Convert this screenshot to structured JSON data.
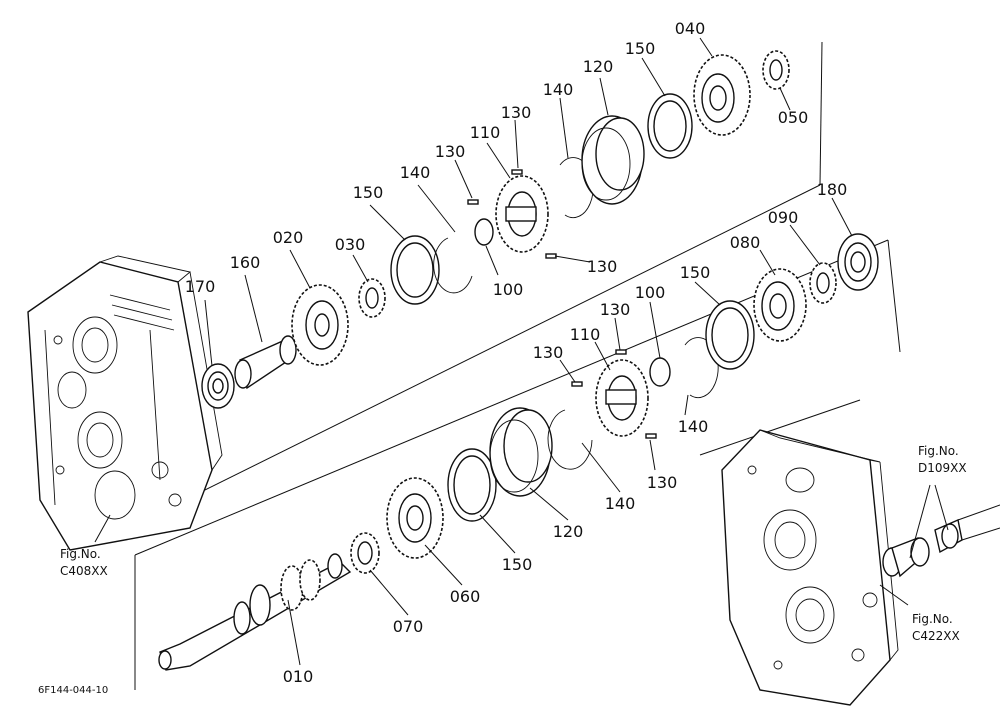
{
  "drawing_code": "6F144-044-10",
  "part_labels": {
    "p010": "010",
    "p020": "020",
    "p030": "030",
    "p040": "040",
    "p050": "050",
    "p060": "060",
    "p070": "070",
    "p080": "080",
    "p090": "090",
    "p100": "100",
    "p110": "110",
    "p120": "120",
    "p130": "130",
    "p140": "140",
    "p150": "150",
    "p160": "160",
    "p170": "170",
    "p180": "180"
  },
  "figure_refs": {
    "left_title": "Fig.No.",
    "left_code": "C408XX",
    "right_title": "Fig.No.",
    "right_code": "C422XX",
    "top_title": "Fig.No.",
    "top_code": "D109XX"
  }
}
